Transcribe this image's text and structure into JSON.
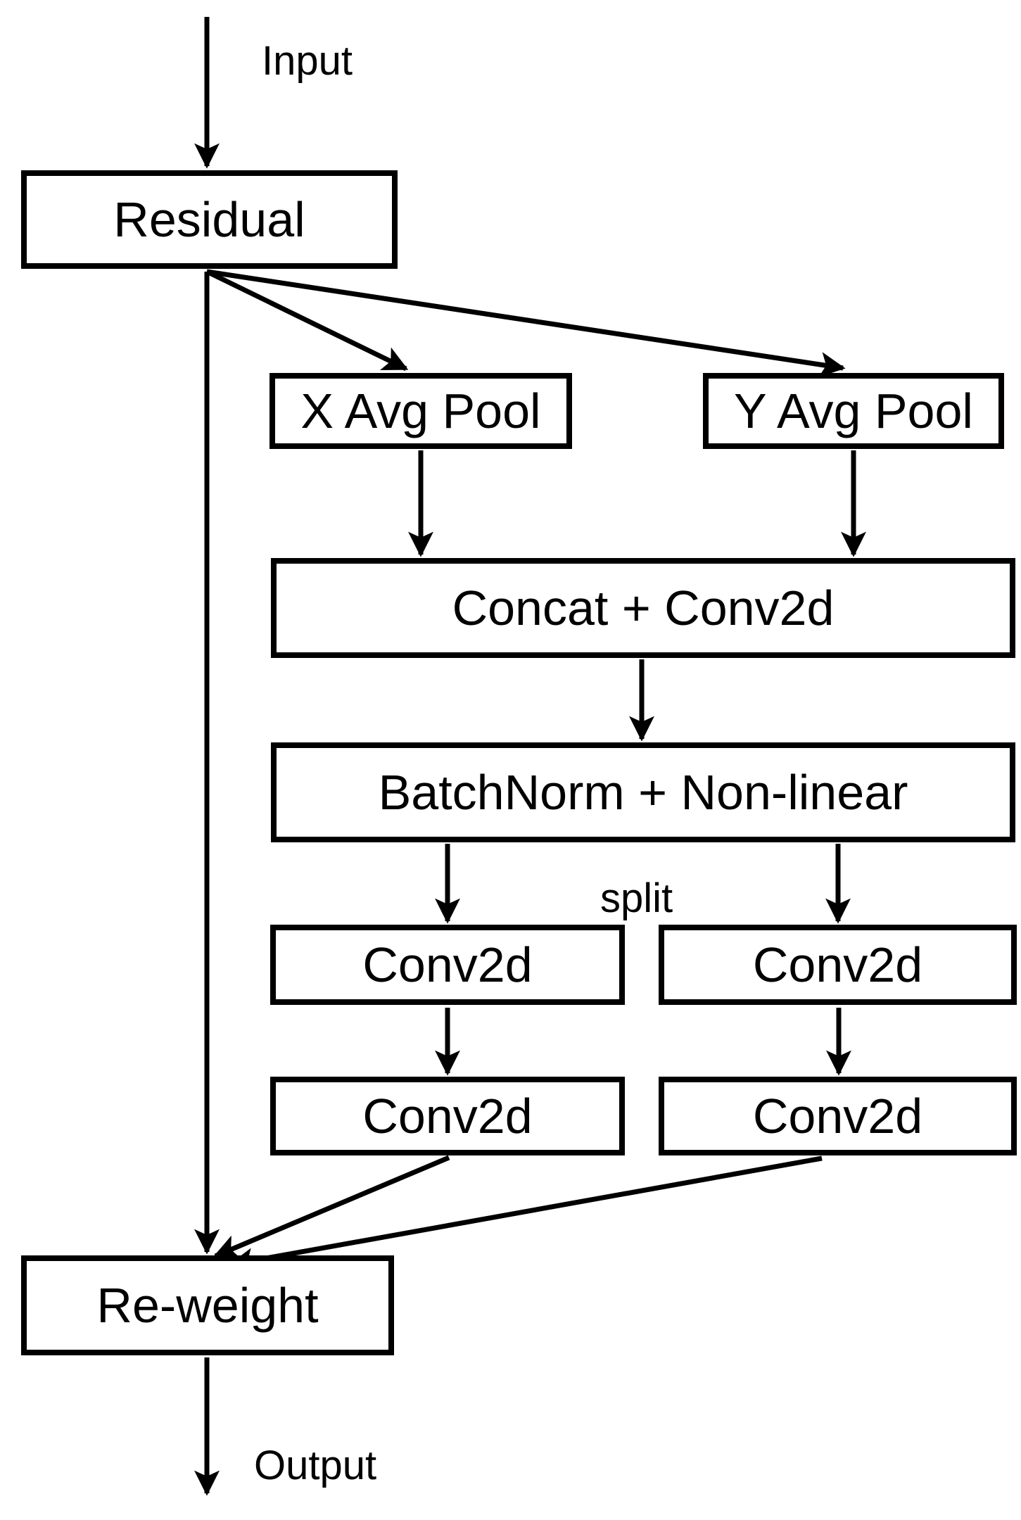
{
  "figure": {
    "background_color": "#ffffff",
    "stroke_color": "#000000",
    "box_fill_color": "#ffffff"
  },
  "nodes": {
    "residual": {
      "label": "Residual"
    },
    "x_avg_pool": {
      "label": "X Avg Pool"
    },
    "y_avg_pool": {
      "label": "Y Avg Pool"
    },
    "concat_conv2d": {
      "label": "Concat + Conv2d"
    },
    "batchnorm_nonlinear": {
      "label": "BatchNorm + Non-linear"
    },
    "conv2d_x1": {
      "label": "Conv2d"
    },
    "conv2d_y1": {
      "label": "Conv2d"
    },
    "conv2d_x2": {
      "label": "Conv2d"
    },
    "conv2d_y2": {
      "label": "Conv2d"
    },
    "re_weight": {
      "label": "Re-weight"
    }
  },
  "annotations": {
    "input": "Input",
    "split": "split",
    "output": "Output"
  },
  "edges": [
    {
      "from": "input",
      "to": "residual"
    },
    {
      "from": "residual",
      "to": "x_avg_pool"
    },
    {
      "from": "residual",
      "to": "y_avg_pool"
    },
    {
      "from": "x_avg_pool",
      "to": "concat_conv2d"
    },
    {
      "from": "y_avg_pool",
      "to": "concat_conv2d"
    },
    {
      "from": "concat_conv2d",
      "to": "batchnorm_nonlinear"
    },
    {
      "from": "batchnorm_nonlinear",
      "to": "conv2d_x1"
    },
    {
      "from": "batchnorm_nonlinear",
      "to": "conv2d_y1"
    },
    {
      "from": "conv2d_x1",
      "to": "conv2d_x2"
    },
    {
      "from": "conv2d_y1",
      "to": "conv2d_y2"
    },
    {
      "from": "residual",
      "to": "re_weight"
    },
    {
      "from": "conv2d_x2",
      "to": "re_weight"
    },
    {
      "from": "conv2d_y2",
      "to": "re_weight"
    },
    {
      "from": "re_weight",
      "to": "output"
    }
  ]
}
